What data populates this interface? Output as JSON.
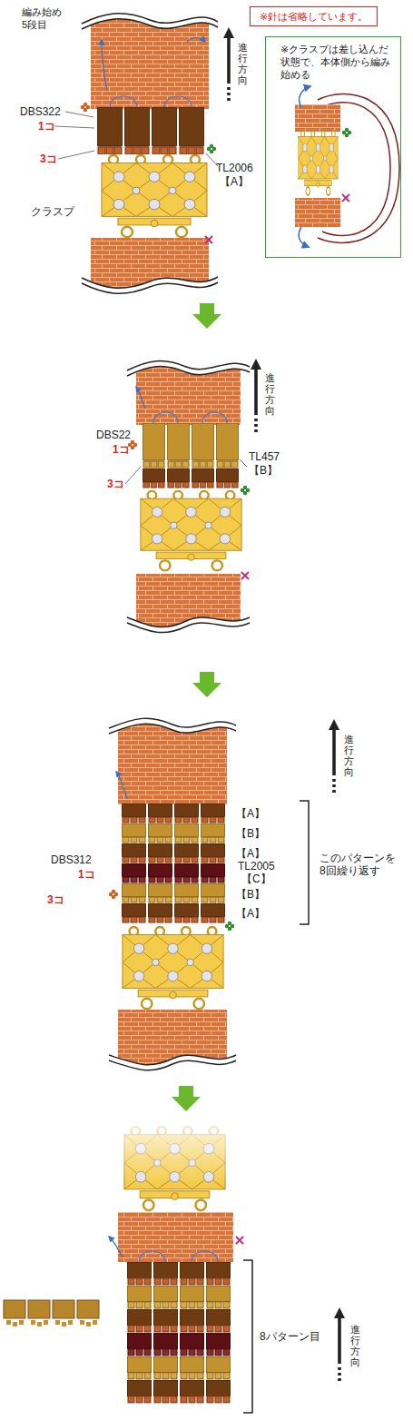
{
  "diagram": {
    "nodes": [
      {
        "text": [
          "※針は省略しています。"
        ]
      },
      {
        "text": [
          "※クラスプは差し込んだ状態で、本体側から編み始める"
        ]
      }
    ],
    "labels": [
      "編み始め 5段目",
      "DBS322",
      "1コ",
      "3コ",
      "クラスプ",
      "TL2006",
      "【A】",
      "進行方向",
      "DBS22",
      "1コ",
      "3コ",
      "TL457",
      "【B】",
      "進行方向",
      "【A】",
      "【B】",
      "【A】",
      "TL2005",
      "【C】",
      "【B】",
      "【A】",
      "DBS312",
      "1コ",
      "3コ",
      "このパターンを 8回繰り返す",
      "進行方向",
      "8パターン目",
      "進行方向"
    ]
  }
}
